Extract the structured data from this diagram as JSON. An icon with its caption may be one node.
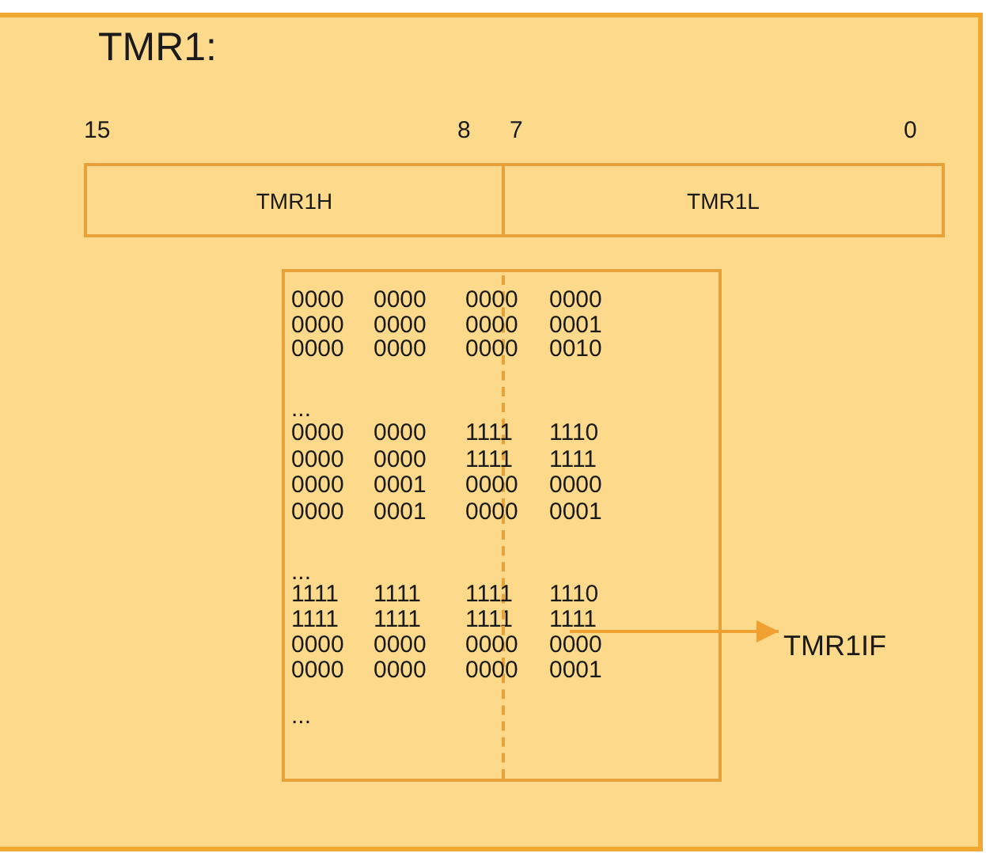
{
  "diagram": {
    "title": "TMR1:",
    "nodes": [
      {
        "text": [
          "TMR1H"
        ]
      },
      {
        "text": [
          "TMR1L"
        ]
      },
      {
        "text": [],
        "shape": "box"
      },
      {
        "text": [
          "1111 1111 1111 1111"
        ],
        "in": 2
      },
      {
        "text": [
          "TMR1IF"
        ]
      }
    ],
    "edges": [
      {
        "from": 3,
        "to": 4,
        "arrow": "to"
      }
    ],
    "labels": [
      "15",
      "8",
      "7",
      "0",
      "0000 0000 0000 0000",
      "0000 0000 0000 0001",
      "0000 0000 0000 0010",
      "...",
      "0000 0000 1111 1110",
      "0000 0000 1111 1111",
      "0000 0001 0000 0000",
      "0000 0001 0000 0001",
      "...",
      "1111 1111 1111 1110",
      "0000 0000 0000 0000",
      "0000 0000 0000 0001",
      "..."
    ]
  }
}
